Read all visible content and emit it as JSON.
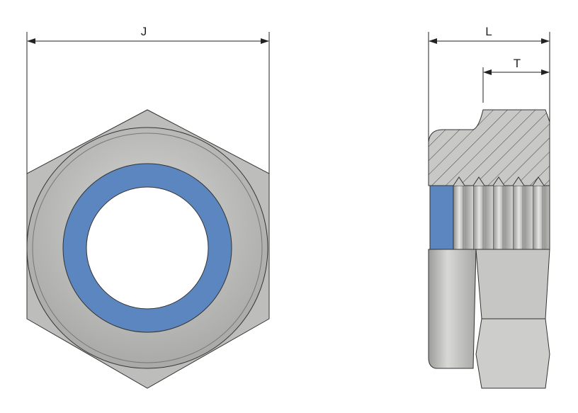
{
  "dimensions": {
    "across_flats_label": "J",
    "length_label": "L",
    "thread_length_label": "T"
  },
  "colors": {
    "nylon_insert": "#5b86c0",
    "steel": "#c4c4c2",
    "outline": "#333333"
  }
}
